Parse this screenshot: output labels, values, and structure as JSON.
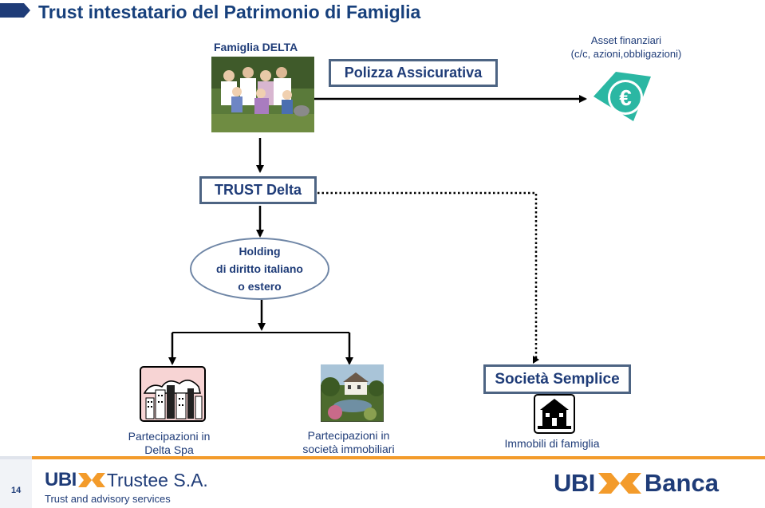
{
  "title": "Trust  intestatario del  Patrimonio di Famiglia",
  "family": {
    "label": "Famiglia DELTA"
  },
  "policy": {
    "label": "Polizza Assicurativa"
  },
  "assets": {
    "line1": "Asset finanziari",
    "line2": "(c/c, azioni,obbligazioni)",
    "icon": "euro-coin-icon",
    "symbol": "€"
  },
  "trust": {
    "label": "TRUST  Delta"
  },
  "holding": {
    "line1": "Holding",
    "line2": "di diritto italiano",
    "line3": "o estero"
  },
  "partecipazioni_spa": {
    "line1": "Partecipazioni in",
    "line2": "Delta Spa",
    "icon": "city-buildings-icon"
  },
  "partecipazioni_immobiliari": {
    "line1": "Partecipazioni in",
    "line2": "società immobiliari",
    "icon": "country-house-photo"
  },
  "societa_semplice": {
    "label": "Società Semplice",
    "caption": "Immobili di famiglia",
    "icon": "house-icon"
  },
  "footer": {
    "page_number": "14",
    "left_logo_ubi": "UBI",
    "left_logo_trustee": "Trustee S.A.",
    "left_tagline": "Trust and advisory services",
    "right_logo_ubi": "UBI",
    "right_logo_banca": "Banca"
  },
  "colors": {
    "navy": "#1f3c78",
    "title": "#17407c",
    "accent_orange": "#f39b2b",
    "euro_green": "#2bb7a3"
  }
}
